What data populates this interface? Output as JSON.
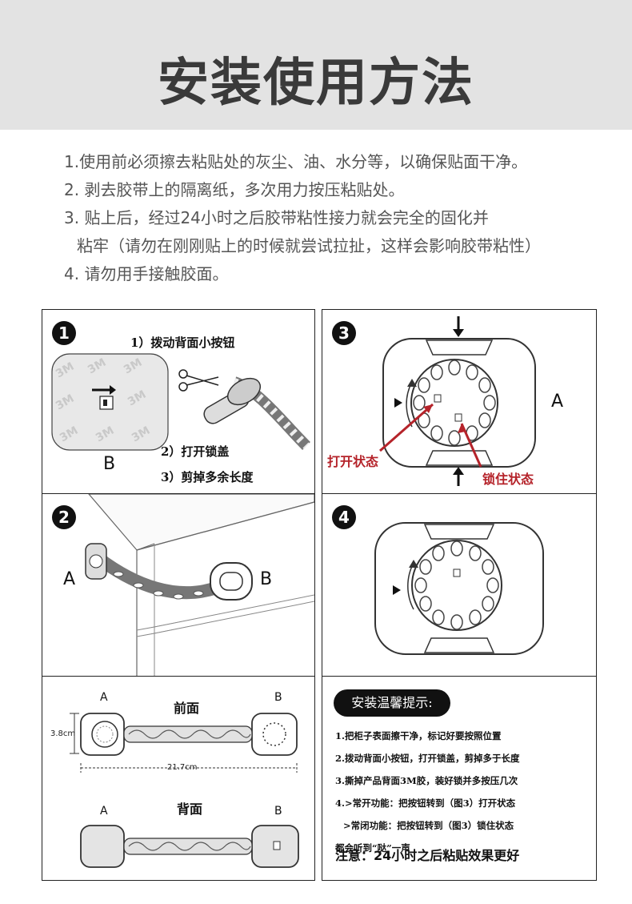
{
  "header": {
    "title": "安装使用方法"
  },
  "intro": [
    "1.使用前必须擦去粘贴处的灰尘、油、水分等，以确保贴面干净。",
    "2. 剥去胶带上的隔离纸，多次用力按压粘贴处。",
    "3. 贴上后，经过24小时之后胶带粘性接力就会完全的固化并",
    "粘牢（请勿在刚刚贴上的时候就尝试拉扯，这样会影响胶带粘性）",
    "4. 请勿用手接触胶面。"
  ],
  "step1": {
    "num": "1",
    "label1": "1）拨动背面小按钮",
    "label2": "2）打开锁盖",
    "label3": "3）剪掉多余长度",
    "b": "B",
    "logo": "3M"
  },
  "step2": {
    "num": "2",
    "a": "A",
    "b": "B"
  },
  "step3": {
    "num": "3",
    "a": "A",
    "open": "打开状态",
    "locked": "锁住状态"
  },
  "step4": {
    "num": "4"
  },
  "dimension": {
    "a": "A",
    "b": "B",
    "front": "前面",
    "back": "背面",
    "height": "3.8cm",
    "length": "21.7cm"
  },
  "tips": {
    "title": "安装温馨提示:",
    "items": [
      "1.把柜子表面擦干净，标记好要按照位置",
      "2.拨动背面小按钮，打开锁盖，剪掉多于长度",
      "3.撕掉产品背面3M胶，装好锁并多按压几次",
      "4.>常开功能：把按钮转到（图3）打开状态",
      ">常闭功能：把按钮转到（图3）锁住状态",
      "都会听到“哒”一声"
    ],
    "note": "注意：24小时之后粘贴效果更好"
  },
  "colors": {
    "header_bg": "#e3e3e3",
    "accent_red": "#b5232a"
  }
}
